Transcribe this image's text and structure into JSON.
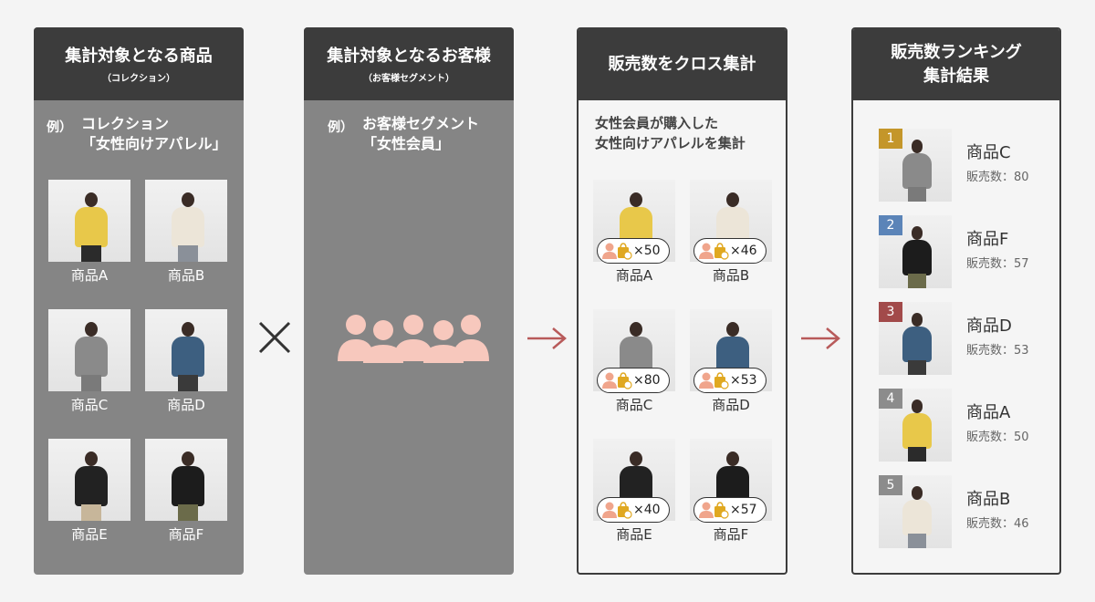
{
  "panels": {
    "products": {
      "title": "集計対象となる商品",
      "subtitle": "（コレクション）",
      "example_label": "例）",
      "example_line1": "コレクション",
      "example_line2": "「女性向けアパレル」",
      "items": [
        "商品A",
        "商品B",
        "商品C",
        "商品D",
        "商品E",
        "商品F"
      ]
    },
    "customers": {
      "title": "集計対象となるお客様",
      "subtitle": "（お客様セグメント）",
      "example_label": "例）",
      "example_line1": "お客様セグメント",
      "example_line2": "「女性会員」"
    },
    "cross": {
      "title": "販売数をクロス集計",
      "desc_line1": "女性会員が購入した",
      "desc_line2": "女性向けアパレルを集計",
      "items": [
        {
          "name": "商品A",
          "count": "×50"
        },
        {
          "name": "商品B",
          "count": "×46"
        },
        {
          "name": "商品C",
          "count": "×80"
        },
        {
          "name": "商品D",
          "count": "×53"
        },
        {
          "name": "商品E",
          "count": "×40"
        },
        {
          "name": "商品F",
          "count": "×57"
        }
      ]
    },
    "ranking": {
      "title_line1": "販売数ランキング",
      "title_line2": "集計結果",
      "items": [
        {
          "rank": "1",
          "name": "商品C",
          "count": "販売数：80",
          "color": "#c4962a"
        },
        {
          "rank": "2",
          "name": "商品F",
          "count": "販売数：57",
          "color": "#5b84b8"
        },
        {
          "rank": "3",
          "name": "商品D",
          "count": "販売数：53",
          "color": "#a24a4a"
        },
        {
          "rank": "4",
          "name": "商品A",
          "count": "販売数：50",
          "color": "#8c8c8c"
        },
        {
          "rank": "5",
          "name": "商品B",
          "count": "販売数：46",
          "color": "#8c8c8c"
        }
      ]
    }
  },
  "icons": {
    "multiply": "multiply-icon",
    "arrow": "arrow-right-icon",
    "people": "people-group-icon"
  },
  "colors": {
    "header": "#3c3c3c",
    "dark_panel": "#858585",
    "arrow": "#b85a5a",
    "people": "#f7c8bd"
  }
}
